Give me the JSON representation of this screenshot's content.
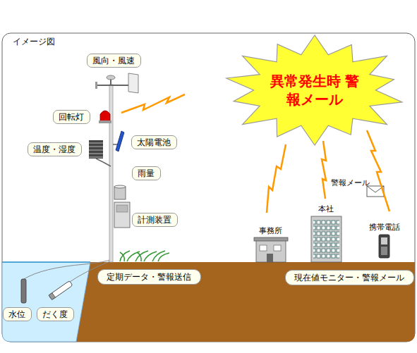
{
  "diagram": {
    "nodes": [
      {
        "text": [
          "風向・風速"
        ]
      },
      {
        "text": [
          "異常発生時 警報メール"
        ]
      },
      {
        "text": [
          "回転灯"
        ]
      },
      {
        "text": [
          "温度・湿度"
        ]
      },
      {
        "text": [
          "太陽電池"
        ]
      },
      {
        "text": [
          "雨量"
        ]
      },
      {
        "text": [
          "計測装置"
        ]
      },
      {
        "text": [
          "定期データ・警報送信"
        ]
      },
      {
        "text": [
          "現在値モニター・警報メール"
        ]
      },
      {
        "text": [
          "水位"
        ]
      },
      {
        "text": [
          "だく度"
        ]
      }
    ],
    "labels": [
      "イメージ図",
      "警報メール",
      "本社",
      "事務所",
      "携帯電話"
    ]
  }
}
